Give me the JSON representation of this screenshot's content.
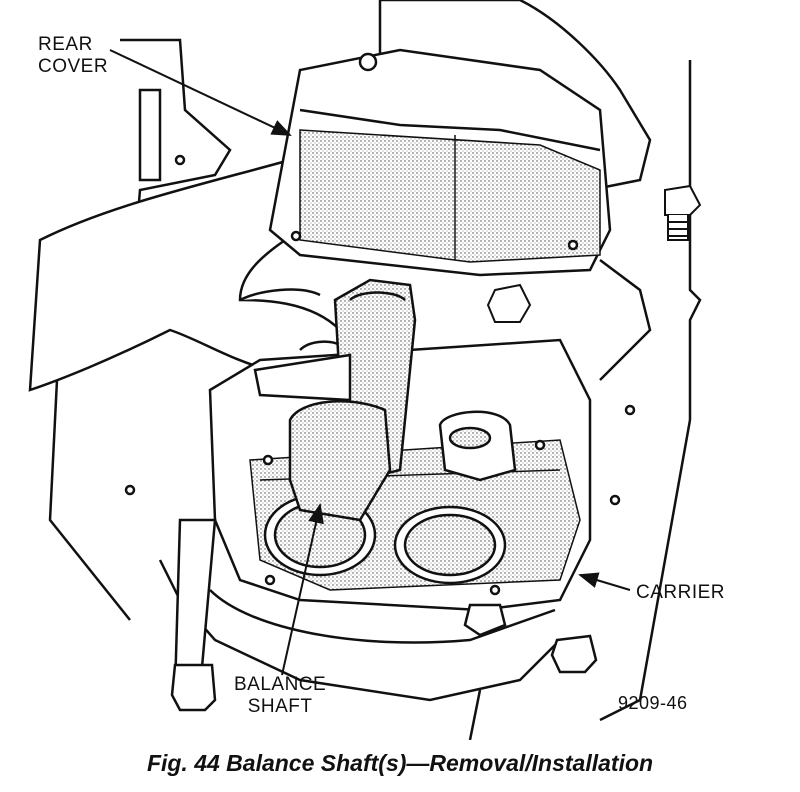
{
  "labels": {
    "rear_cover": [
      "REAR",
      "COVER"
    ],
    "carrier": "CARRIER",
    "balance_shaft": [
      "BALANCE",
      "SHAFT"
    ],
    "figure_code": "9209-46"
  },
  "caption": "Fig. 44 Balance Shaft(s)—Removal/Installation",
  "colors": {
    "ink": "#111111",
    "paper": "#ffffff",
    "shade": "#dcdcdc"
  }
}
